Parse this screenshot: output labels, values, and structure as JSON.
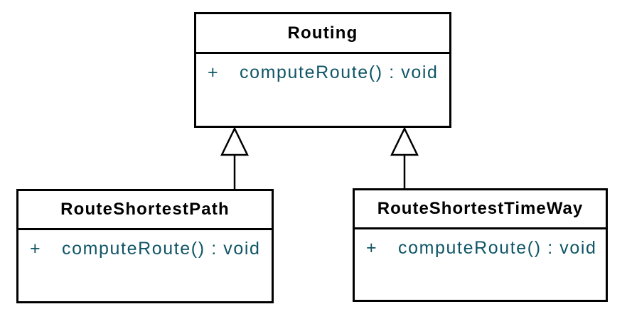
{
  "diagram": {
    "kind": "uml-class-diagram",
    "classes": [
      {
        "id": "routing",
        "name": "Routing",
        "methods": [
          {
            "visibility": "+",
            "signature": "computeRoute() : void"
          }
        ]
      },
      {
        "id": "route-shortest-path",
        "name": "RouteShortestPath",
        "methods": [
          {
            "visibility": "+",
            "signature": "computeRoute() : void"
          }
        ]
      },
      {
        "id": "route-shortest-time-way",
        "name": "RouteShortestTimeWay",
        "methods": [
          {
            "visibility": "+",
            "signature": "computeRoute() : void"
          }
        ]
      }
    ],
    "relations": [
      {
        "from": "RouteShortestPath",
        "to": "Routing",
        "type": "inheritance"
      },
      {
        "from": "RouteShortestTimeWay",
        "to": "Routing",
        "type": "inheritance"
      }
    ],
    "colors": {
      "background": "#ffffff",
      "border": "#000000",
      "title_text": "#000000",
      "method_text": "#0f5566"
    }
  }
}
